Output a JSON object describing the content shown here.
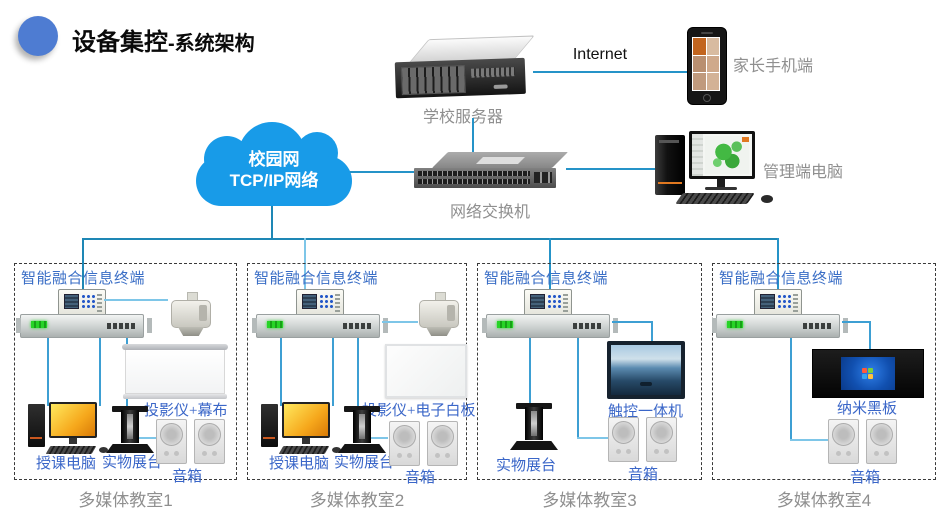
{
  "page": {
    "title_main": "设备集控",
    "title_sub": "-系统架构"
  },
  "network": {
    "server_label": "学校服务器",
    "internet_label": "Internet",
    "parent_phone_label": "家长手机端",
    "cloud_line1": "校园网",
    "cloud_line2": "TCP/IP网络",
    "switch_label": "网络交换机",
    "admin_pc_label": "管理端电脑"
  },
  "classrooms": [
    {
      "terminal_label": "智能融合信息终端",
      "room_label": "多媒体教室1",
      "labels": {
        "projector": "投影仪+幕布",
        "computer": "授课电脑",
        "visualizer": "实物展台",
        "speaker": "音箱"
      }
    },
    {
      "terminal_label": "智能融合信息终端",
      "room_label": "多媒体教室2",
      "labels": {
        "projector": "投影仪+电子白板",
        "computer": "授课电脑",
        "visualizer": "实物展台",
        "speaker": "音箱"
      }
    },
    {
      "terminal_label": "智能融合信息终端",
      "room_label": "多媒体教室3",
      "labels": {
        "visualizer": "实物展台",
        "display": "触控一体机",
        "speaker": "音箱"
      }
    },
    {
      "terminal_label": "智能融合信息终端",
      "room_label": "多媒体教室4",
      "labels": {
        "board": "纳米黑板",
        "speaker": "音箱"
      }
    }
  ],
  "colors": {
    "cloud_blue": "#189BE8",
    "trunk_line": "#1E87B5",
    "branch_line": "#3D9FD3",
    "light_line": "#7EC6E8",
    "label_blue": "#3A66C8",
    "muted_gray": "#8F8F8F",
    "logo_blue": "#4E7CD2"
  }
}
